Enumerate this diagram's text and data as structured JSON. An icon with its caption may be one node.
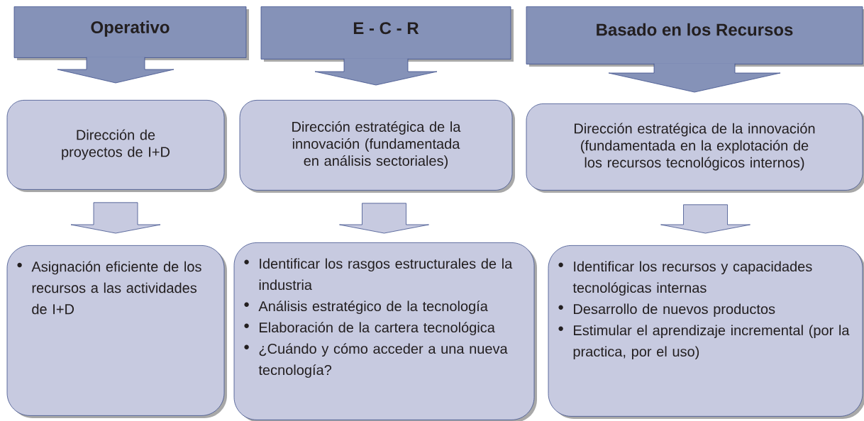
{
  "diagram": {
    "nodes": [
      {
        "text": [
          "Operativo"
        ]
      },
      {
        "text": [
          "E - C - R"
        ]
      },
      {
        "text": [
          "Basado en los Recursos"
        ]
      },
      {
        "text": [
          "Dirección de proyectos de I+D"
        ]
      },
      {
        "text": [
          "Dirección estratégica de la innovación (fundamentada en análisis sectoriales)"
        ]
      },
      {
        "text": [
          "Dirección estratégica de la innovación (fundamentada en la explotación de los recursos tecnológicos internos)"
        ]
      },
      {
        "text": [
          "Asignación eficiente de los recursos a las actividades de I+D"
        ]
      },
      {
        "text": [
          "Identificar los rasgos estructurales de la industria",
          "Análisis estratégico de la tecnología",
          "Elaboración de la cartera tecnológica",
          "¿Cuándo y cómo acceder a una nueva tecnología?"
        ]
      },
      {
        "text": [
          "Identificar los recursos y capacidades tecnológicas internas",
          "Desarrollo de nuevos productos",
          "Estimular el aprendizaje incremental (por la practica, por el uso)"
        ]
      }
    ],
    "edges": [
      {
        "from": 0,
        "to": 3,
        "arrow": "to"
      },
      {
        "from": 1,
        "to": 4,
        "arrow": "to"
      },
      {
        "from": 2,
        "to": 5,
        "arrow": "to"
      },
      {
        "from": 3,
        "to": 6,
        "arrow": "to"
      },
      {
        "from": 4,
        "to": 7,
        "arrow": "to"
      },
      {
        "from": 5,
        "to": 8,
        "arrow": "to"
      }
    ]
  }
}
